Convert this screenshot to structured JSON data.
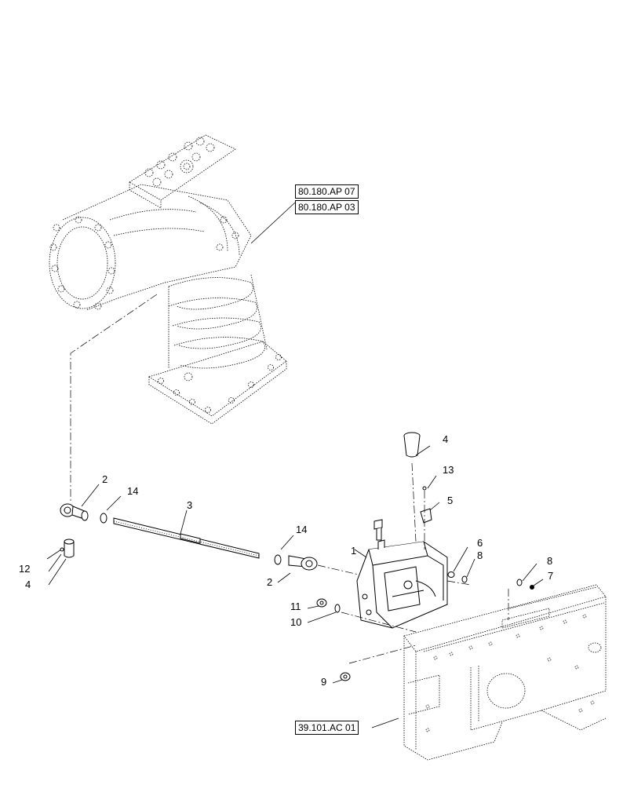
{
  "references": {
    "ref_top_1": "80.180.AP 07",
    "ref_top_2": "80.180.AP 03",
    "ref_bottom": "39.101.AC 01"
  },
  "callouts": {
    "c1": "1",
    "c2a": "2",
    "c2b": "2",
    "c3": "3",
    "c4a": "4",
    "c4b": "4",
    "c5": "5",
    "c6": "6",
    "c7": "7",
    "c8a": "8",
    "c8b": "8",
    "c9": "9",
    "c10": "10",
    "c11": "11",
    "c12": "12",
    "c13": "13",
    "c14a": "14",
    "c14b": "14"
  }
}
